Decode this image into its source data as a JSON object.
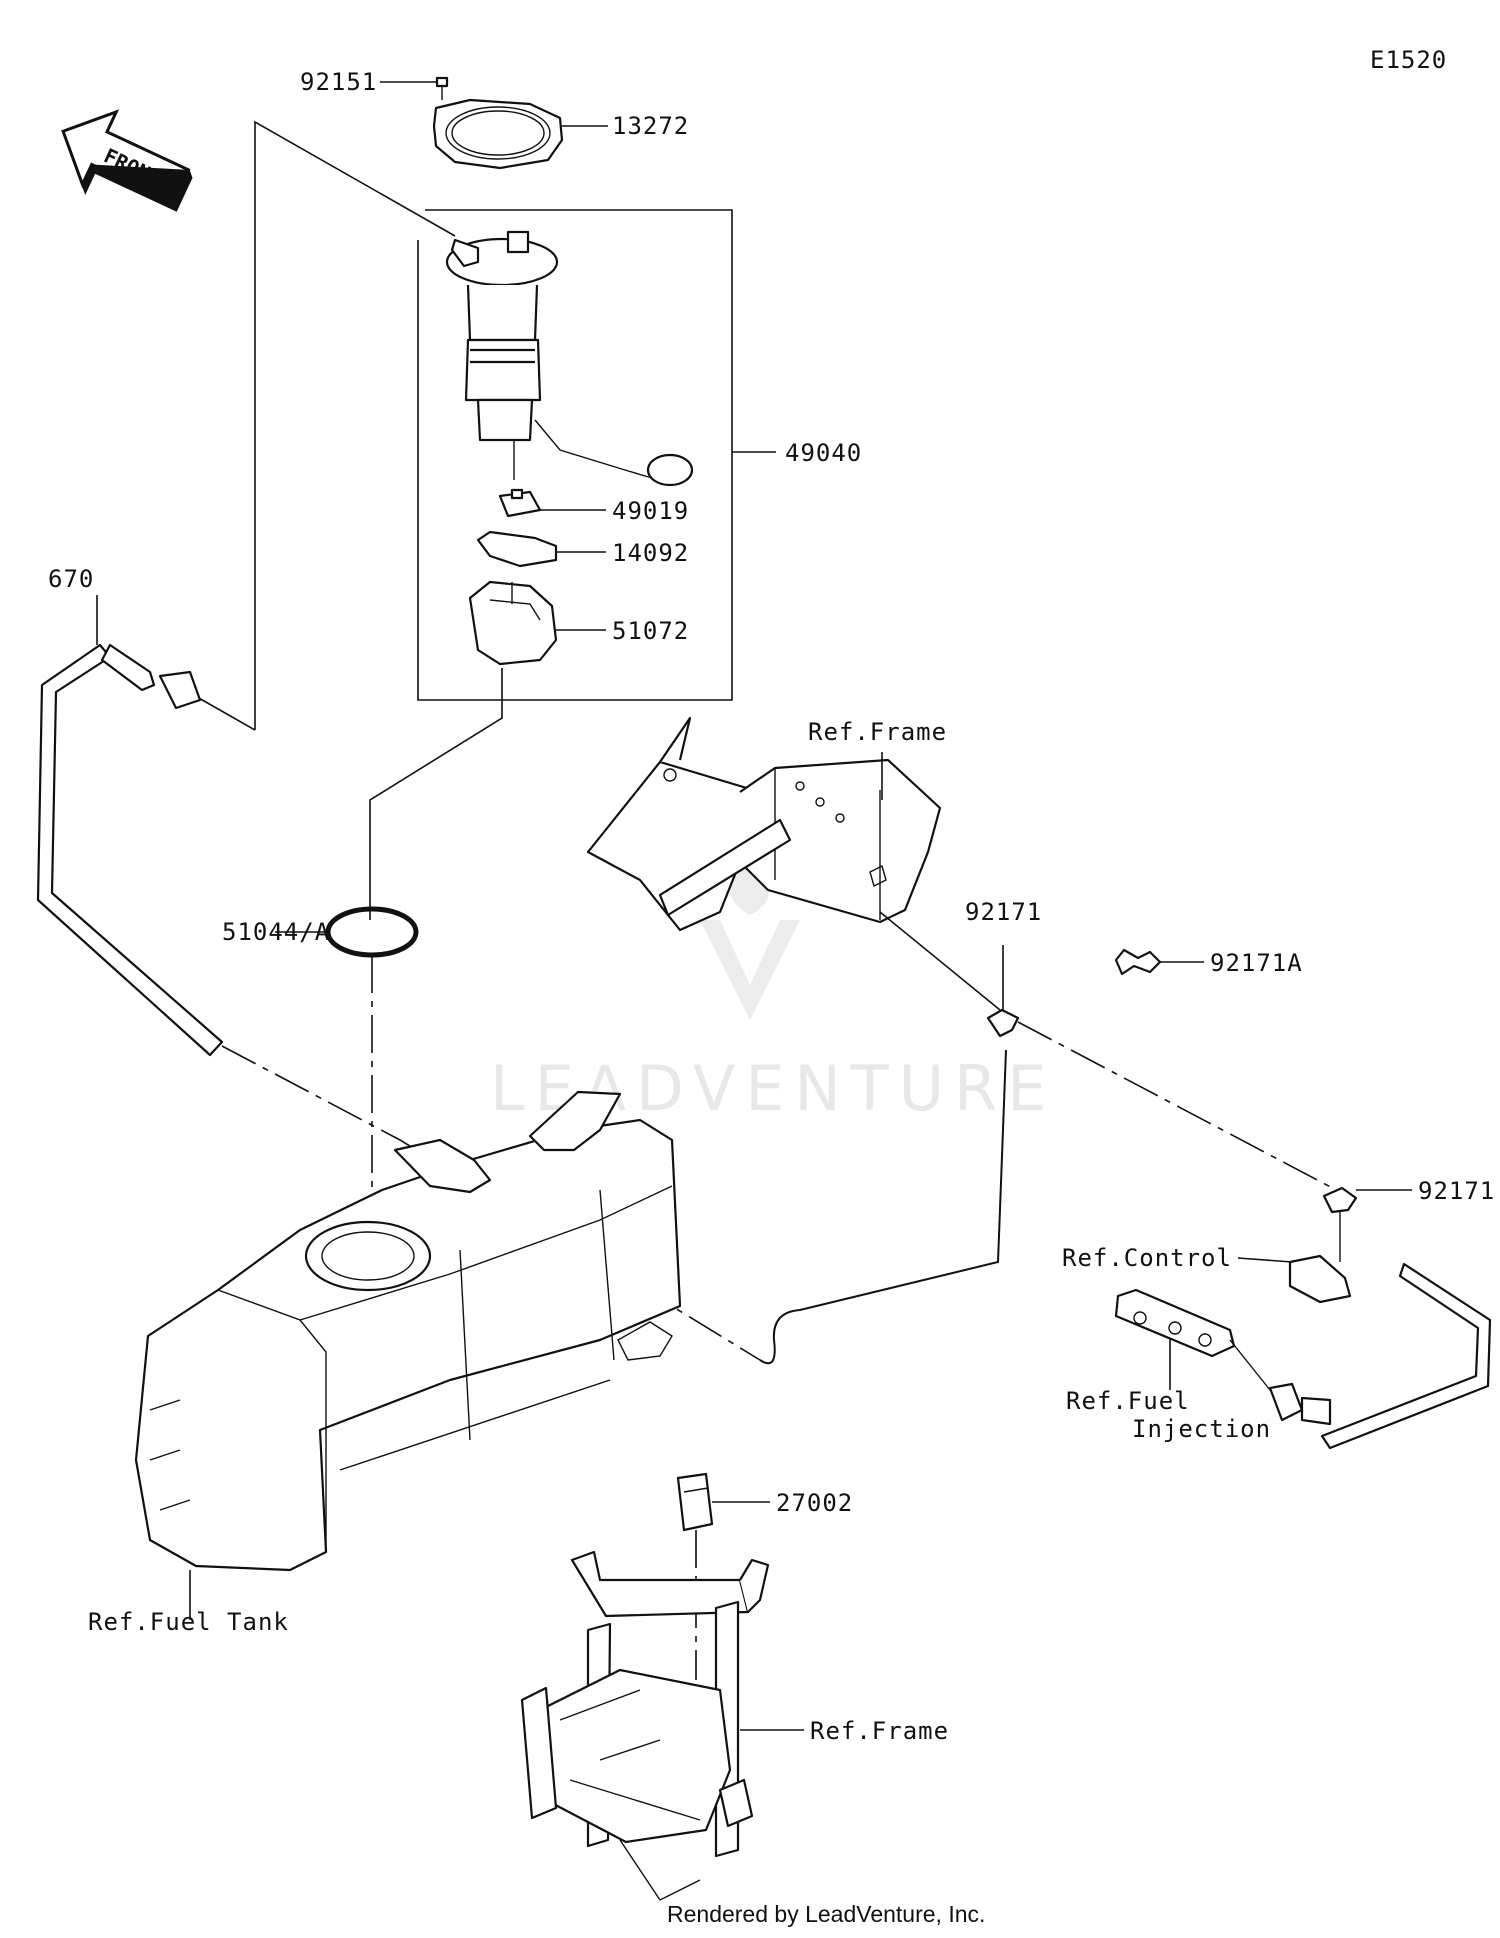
{
  "diagram": {
    "code": "E1520",
    "watermark": "LEADVENTURE",
    "credit": "Rendered by LeadVenture, Inc.",
    "front_arrow": "FRONT",
    "callouts": [
      {
        "id": "92151",
        "label": "92151"
      },
      {
        "id": "13272",
        "label": "13272"
      },
      {
        "id": "49040",
        "label": "49040"
      },
      {
        "id": "49019",
        "label": "49019"
      },
      {
        "id": "14092",
        "label": "14092"
      },
      {
        "id": "51072",
        "label": "51072"
      },
      {
        "id": "51044A",
        "label": "51044/A"
      },
      {
        "id": "670",
        "label": "670"
      },
      {
        "id": "92171a",
        "label": "92171"
      },
      {
        "id": "92171A",
        "label": "92171A"
      },
      {
        "id": "92171b",
        "label": "92171"
      },
      {
        "id": "27002",
        "label": "27002"
      }
    ],
    "references": {
      "frame_top": "Ref.Frame",
      "control": "Ref.Control",
      "fuel_injection_1": "Ref.Fuel",
      "fuel_injection_2": "Injection",
      "fuel_tank": "Ref.Fuel Tank",
      "frame_bottom": "Ref.Frame"
    }
  }
}
